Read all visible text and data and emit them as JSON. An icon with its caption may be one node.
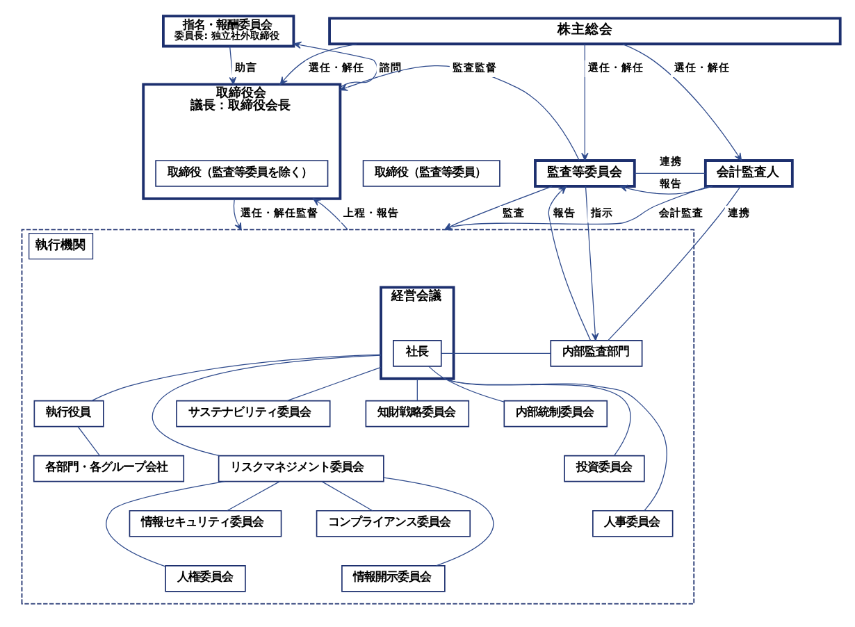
{
  "diagram": {
    "nodes": [
      {
        "text": [
          "株主総会"
        ]
      },
      {
        "text": [
          "指名・報酬委員会",
          "委員長: 独立社外取締役"
        ]
      },
      {
        "text": [
          "取締役会",
          "議長：取締役会長"
        ]
      },
      {
        "text": [
          "取締役（監査等委員を除く）"
        ],
        "in": 2
      },
      {
        "text": [
          "監査等委員会"
        ]
      },
      {
        "text": [
          "取締役（監査等委員）"
        ]
      },
      {
        "text": [
          "会計監査人"
        ]
      },
      {
        "text": [
          "執行機関"
        ]
      },
      {
        "text": [
          "経営会議"
        ],
        "in": 7
      },
      {
        "text": [
          "社長"
        ],
        "in": 8
      },
      {
        "text": [
          "内部監査部門"
        ],
        "in": 7
      },
      {
        "text": [
          "内部統制委員会"
        ],
        "in": 7
      },
      {
        "text": [
          "サステナビリティ委員会"
        ],
        "in": 7
      },
      {
        "text": [
          "リスクマネジメント委員会"
        ],
        "in": 7
      },
      {
        "text": [
          "コンプライアンス委員会"
        ],
        "in": 7
      },
      {
        "text": [
          "情報セキュリティ委員会"
        ],
        "in": 7
      },
      {
        "text": [
          "情報開示委員会"
        ],
        "in": 7
      },
      {
        "text": [
          "人権委員会"
        ],
        "in": 7
      },
      {
        "text": [
          "執行役員"
        ],
        "in": 7
      },
      {
        "text": [
          "知財戦略委員会"
        ],
        "in": 7
      },
      {
        "text": [
          "投資委員会"
        ],
        "in": 7
      },
      {
        "text": [
          "人事委員会"
        ],
        "in": 7
      },
      {
        "text": [
          "各部門・各グループ会社"
        ],
        "in": 7
      }
    ],
    "edges": [
      {
        "from": 0,
        "to": 2,
        "arrow": "to",
        "label": "選任・解任"
      },
      {
        "from": 0,
        "to": 4,
        "arrow": "to",
        "label": "選任・解任"
      },
      {
        "from": 0,
        "to": 6,
        "arrow": "to",
        "label": "選任・解任"
      },
      {
        "from": 1,
        "to": 2,
        "arrow": "to",
        "label": "助言"
      },
      {
        "from": 2,
        "to": 1,
        "arrow": "to",
        "label": "諮問"
      },
      {
        "from": 4,
        "to": 2,
        "arrow": "to",
        "label": "監査監督"
      },
      {
        "from": 6,
        "to": 4,
        "arrow": "none",
        "label": "連携"
      },
      {
        "from": 6,
        "to": 4,
        "arrow": "to",
        "label": "報告"
      },
      {
        "from": 2,
        "to": 7,
        "arrow": "to",
        "label": "選任・解任監督"
      },
      {
        "from": 7,
        "to": 2,
        "arrow": "to",
        "label": "上程・報告"
      },
      {
        "from": 4,
        "to": 7,
        "arrow": "to",
        "label": "監査"
      },
      {
        "from": 4,
        "to": 10,
        "arrow": "to",
        "label": "指示"
      },
      {
        "from": 10,
        "to": 4,
        "arrow": "to",
        "label": "報告"
      },
      {
        "from": 6,
        "to": 10,
        "arrow": "none",
        "label": "連携"
      },
      {
        "from": 6,
        "to": 7,
        "arrow": "to",
        "label": "会計監査"
      },
      {
        "from": 9,
        "to": 10,
        "arrow": "none"
      },
      {
        "from": 9,
        "to": 11,
        "arrow": "none"
      },
      {
        "from": 8,
        "to": 12,
        "arrow": "none"
      },
      {
        "from": 8,
        "to": 13,
        "arrow": "none"
      },
      {
        "from": 8,
        "to": 18,
        "arrow": "none"
      },
      {
        "from": 8,
        "to": 19,
        "arrow": "none"
      },
      {
        "from": 8,
        "to": 20,
        "arrow": "none"
      },
      {
        "from": 8,
        "to": 21,
        "arrow": "none"
      },
      {
        "from": 13,
        "to": 14,
        "arrow": "none"
      },
      {
        "from": 13,
        "to": 15,
        "arrow": "none"
      },
      {
        "from": 13,
        "to": 16,
        "arrow": "none"
      },
      {
        "from": 13,
        "to": 17,
        "arrow": "none"
      },
      {
        "from": 18,
        "to": 22,
        "arrow": "none"
      }
    ]
  }
}
